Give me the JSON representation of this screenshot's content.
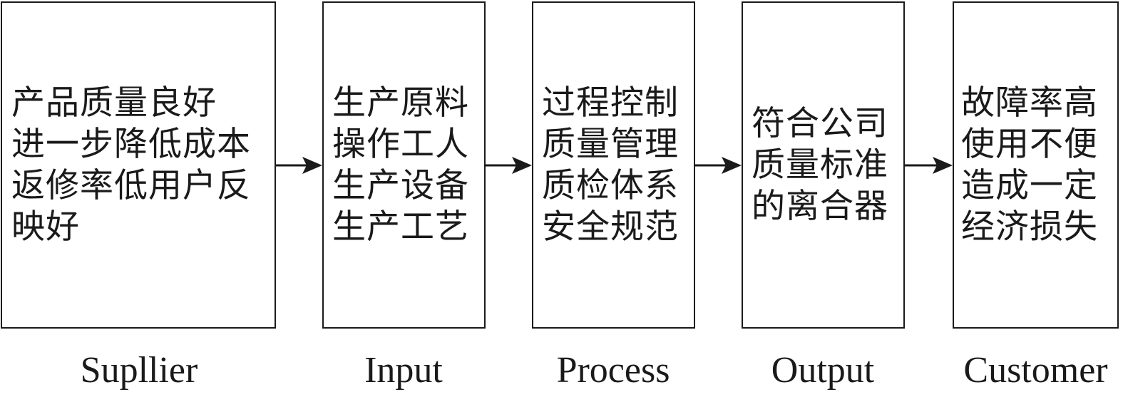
{
  "stages": [
    {
      "key": "supplier",
      "label": "Supllier",
      "lines": [
        "产品质量良好",
        "进一步降低成本",
        "返修率低用户反",
        "映好"
      ]
    },
    {
      "key": "input",
      "label": "Input",
      "lines": [
        "生产原料",
        "操作工人",
        "生产设备",
        "生产工艺"
      ]
    },
    {
      "key": "process",
      "label": "Process",
      "lines": [
        "过程控制",
        "质量管理",
        "质检体系",
        "安全规范"
      ]
    },
    {
      "key": "output",
      "label": "Output",
      "lines": [
        "符合公司",
        "质量标准",
        "的离合器"
      ]
    },
    {
      "key": "customer",
      "label": "Customer",
      "lines": [
        "故障率高",
        "使用不便",
        "造成一定",
        "经济损失"
      ]
    }
  ]
}
